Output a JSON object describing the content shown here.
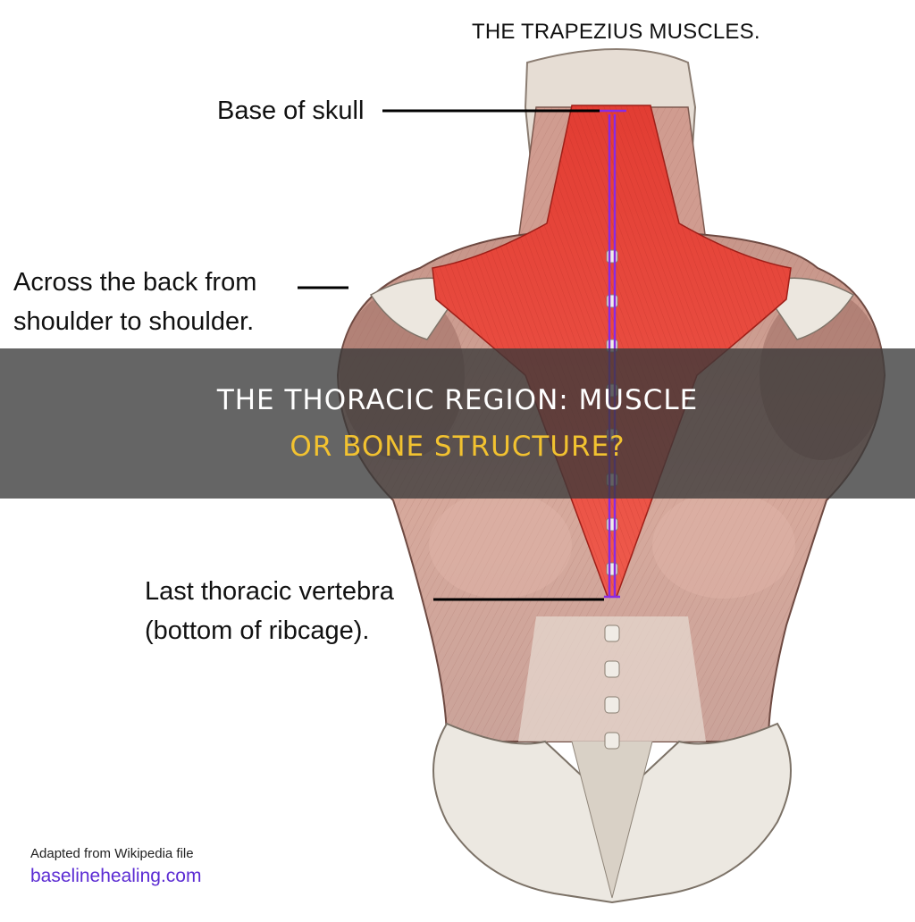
{
  "diagram": {
    "heading": "THE TRAPEZIUS MUSCLES.",
    "callouts": {
      "skull": "Base of skull",
      "shoulder": [
        "Across the back from",
        "shoulder to shoulder."
      ],
      "vertebra": [
        "Last thoracic vertebra",
        "(bottom of ribcage)."
      ]
    },
    "colors": {
      "trapezius": "#e8453b",
      "muscle": "#c99a8e",
      "bone": "#e9e4dc",
      "spine_marker": "#8a2be2"
    }
  },
  "banner": {
    "line1": "THE THORACIC REGION: MUSCLE",
    "line2": "OR BONE STRUCTURE?",
    "colors": {
      "primary": "#ffffff",
      "accent": "#f2c230"
    }
  },
  "footer": {
    "credit": "Adapted from Wikipedia file",
    "site": "baselinehealing.com"
  }
}
